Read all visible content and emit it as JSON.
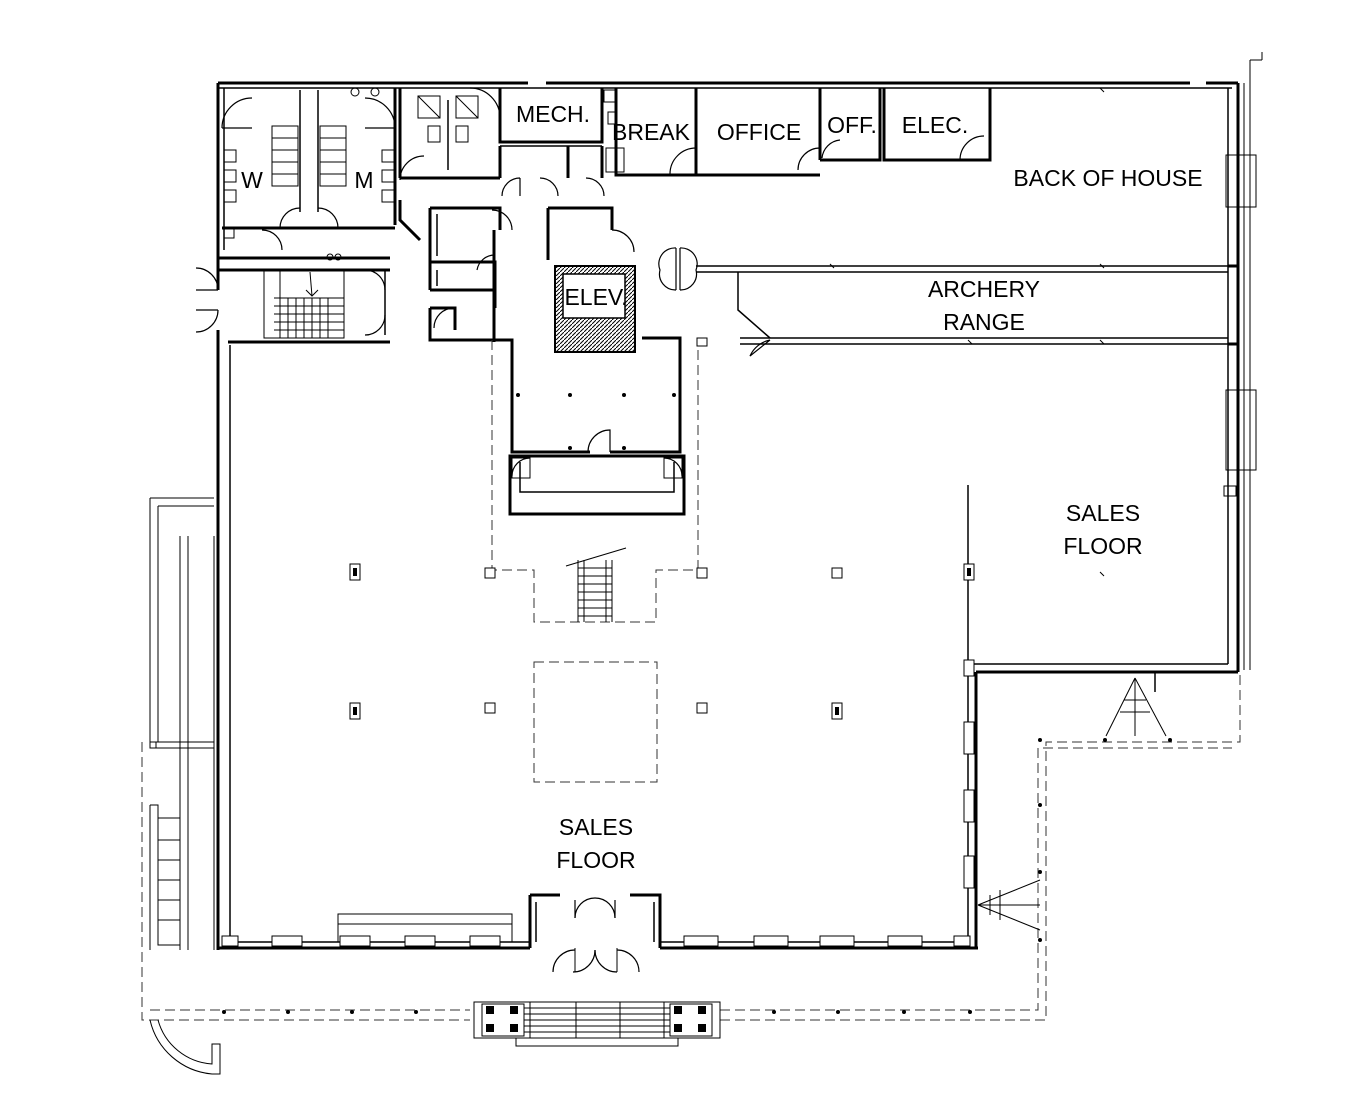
{
  "rooms": {
    "mech": "MECH.",
    "break": "BREAK",
    "office": "OFFICE",
    "off": "OFF.",
    "elec": "ELEC.",
    "back_of_house": "BACK OF HOUSE",
    "archery_line1": "ARCHERY",
    "archery_line2": "RANGE",
    "elev": "ELEV.",
    "women": "W",
    "men": "M",
    "sales_right_line1": "SALES",
    "sales_right_line2": "FLOOR",
    "sales_main_line1": "SALES",
    "sales_main_line2": "FLOOR"
  }
}
